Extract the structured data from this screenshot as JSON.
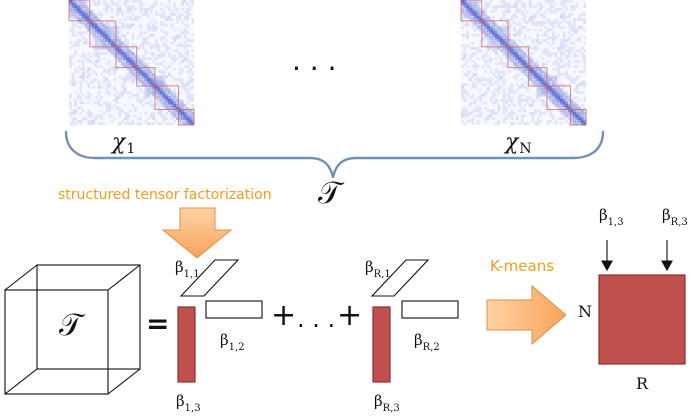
{
  "top": {
    "matrix_labels": {
      "first": {
        "symbol": "χ",
        "subscript": "1"
      },
      "last": {
        "symbol": "χ",
        "subscript": "N"
      }
    },
    "dots": "· · ·",
    "brace_label": "𝒯"
  },
  "factorization": {
    "label": "structured tensor factorization",
    "tensor_label": "𝒯",
    "equals": "=",
    "plus": "+",
    "middle_dots": "· · ·",
    "left_term": {
      "beta_11": {
        "base": "β",
        "subscript": "1,1"
      },
      "beta_12": {
        "base": "β",
        "subscript": "1,2"
      },
      "beta_13": {
        "base": "β",
        "subscript": "1,3"
      }
    },
    "right_term": {
      "beta_r1": {
        "base": "β",
        "subscript": "R,1"
      },
      "beta_r2": {
        "base": "β",
        "subscript": "R,2"
      },
      "beta_r3": {
        "base": "β",
        "subscript": "R,3"
      }
    }
  },
  "clustering": {
    "label": "K-means",
    "beta_13": {
      "base": "β",
      "subscript": "1,3"
    },
    "beta_r3": {
      "base": "β",
      "subscript": "R,3"
    },
    "row_label": "N",
    "col_label": "R"
  },
  "colors": {
    "orange": "#F39C1A",
    "brick_red": "#C0504D",
    "dark_red": "#8B2F2D",
    "brace_blue": "#6E91B4",
    "heatmap_blue": "#3044C8"
  }
}
